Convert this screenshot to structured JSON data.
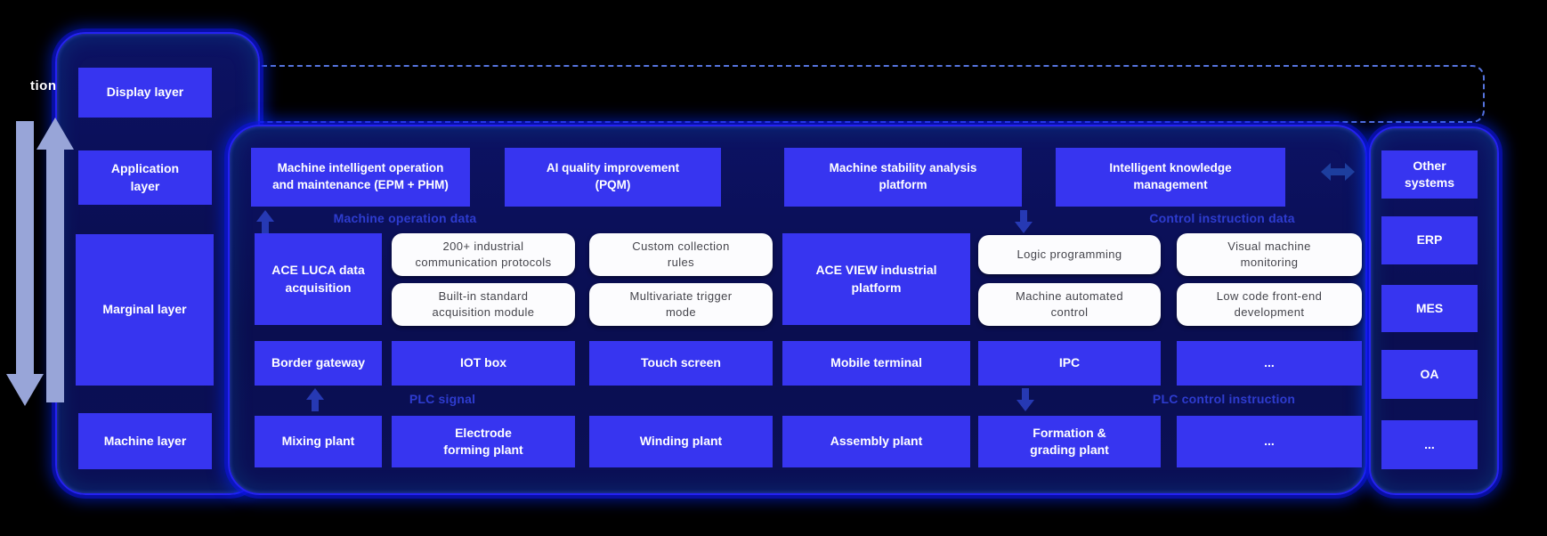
{
  "colors": {
    "background": "#000000",
    "box_blue": "#3735f0",
    "panel_navy": "#0a0f52",
    "panel_border_blue": "#2522f2",
    "dashed_border_blue": "#5674de",
    "flow_label_blue": "#2e3cd0",
    "white_box_text": "#45454c",
    "side_arrow_gray_blue": "#98a5d8",
    "small_arrow_blue": "#2c41c4",
    "link_arrow_dark_blue": "#1d3e9e"
  },
  "left_flow": {
    "cutoff_label": "tion"
  },
  "layer_column": {
    "items": [
      "Display layer",
      "Application layer",
      "Marginal layer",
      "Machine layer"
    ]
  },
  "application_row": {
    "items": [
      "Machine intelligent operation and maintenance (EPM + PHM)",
      "AI quality improvement (PQM)",
      "Machine stability analysis platform",
      "Intelligent knowledge management"
    ]
  },
  "flow_labels": {
    "machine_operation_data": "Machine operation data",
    "control_instruction_data": "Control instruction data",
    "plc_signal": "PLC signal",
    "plc_control_instruction": "PLC control instruction"
  },
  "marginal_row": {
    "ace_luca": "ACE LUCA data acquisition",
    "ace_view": "ACE VIEW industrial platform",
    "features_left": [
      "200+ industrial communication protocols",
      "Custom collection rules",
      "Built-in standard acquisition module",
      "Multivariate trigger mode"
    ],
    "features_right": [
      "Logic programming",
      "Visual machine monitoring",
      "Machine automated control",
      "Low code front-end development"
    ]
  },
  "device_row": {
    "items": [
      "Border gateway",
      "IOT box",
      "Touch screen",
      "Mobile terminal",
      "IPC",
      "..."
    ]
  },
  "machine_row": {
    "items": [
      "Mixing plant",
      "Electrode forming plant",
      "Winding plant",
      "Assembly plant",
      "Formation & grading plant",
      "..."
    ]
  },
  "external_column": {
    "title": "Other systems",
    "items": [
      "ERP",
      "MES",
      "OA",
      "..."
    ]
  }
}
